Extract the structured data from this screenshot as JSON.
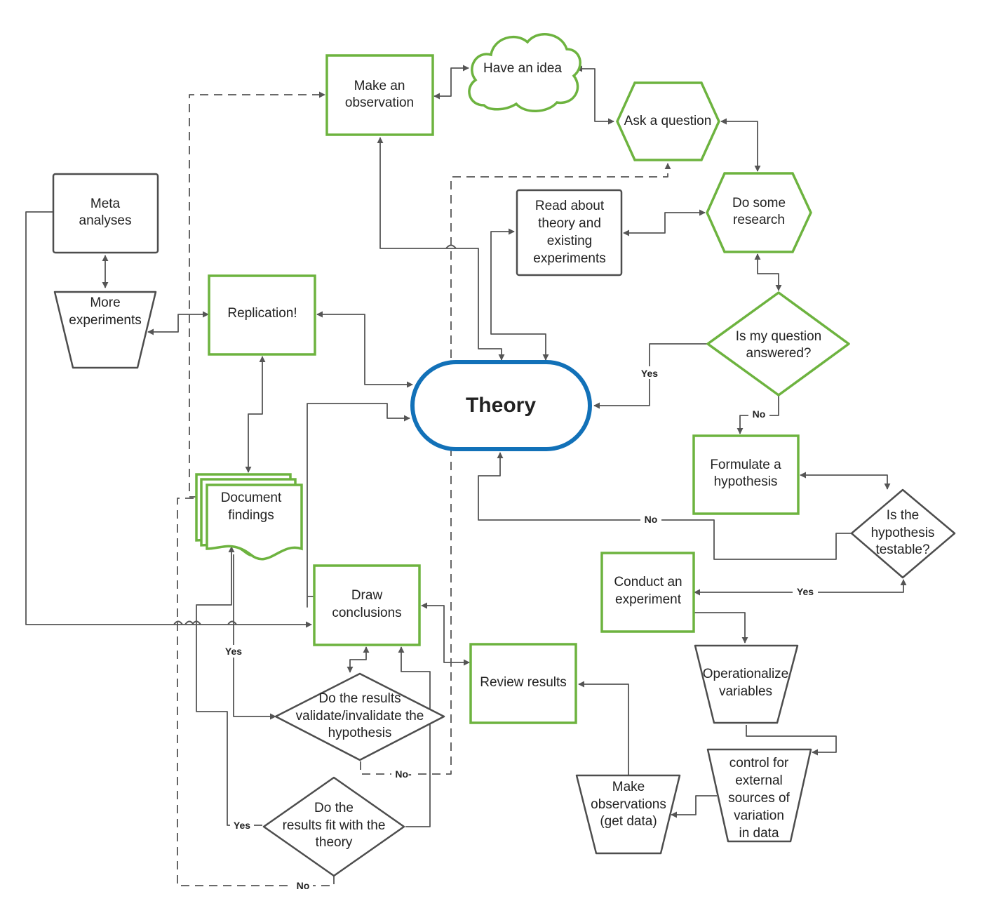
{
  "nodes": {
    "make_observation": {
      "label": [
        "Make an",
        "observation"
      ],
      "shape": "rectangle",
      "style": "green"
    },
    "have_idea": {
      "label": [
        "Have an idea"
      ],
      "shape": "cloud",
      "style": "green"
    },
    "ask_question": {
      "label": [
        "Ask a question"
      ],
      "shape": "hexagon",
      "style": "green"
    },
    "do_research": {
      "label": [
        "Do some",
        "research"
      ],
      "shape": "hexagon",
      "style": "green"
    },
    "read_theory": {
      "label": [
        "Read about",
        "theory and",
        "existing",
        "experiments"
      ],
      "shape": "rectangle",
      "style": "gray"
    },
    "meta_analyses": {
      "label": [
        "Meta",
        "analyses"
      ],
      "shape": "rectangle",
      "style": "gray"
    },
    "more_experiments": {
      "label": [
        "More",
        "experiments"
      ],
      "shape": "trapezoid",
      "style": "gray"
    },
    "replication": {
      "label": [
        "Replication!"
      ],
      "shape": "rectangle",
      "style": "green"
    },
    "question_answered": {
      "label": [
        "Is my question",
        "answered?"
      ],
      "shape": "diamond",
      "style": "green"
    },
    "theory": {
      "label": [
        "Theory"
      ],
      "shape": "terminator",
      "style": "blue"
    },
    "formulate_hypothesis": {
      "label": [
        "Formulate a",
        "hypothesis"
      ],
      "shape": "rectangle",
      "style": "green"
    },
    "hypothesis_testable": {
      "label": [
        "Is the",
        "hypothesis",
        "testable?"
      ],
      "shape": "diamond",
      "style": "gray"
    },
    "document_findings": {
      "label": [
        "Document",
        "findings"
      ],
      "shape": "multi-document",
      "style": "green"
    },
    "conduct_experiment": {
      "label": [
        "Conduct an",
        "experiment"
      ],
      "shape": "rectangle",
      "style": "green"
    },
    "draw_conclusions": {
      "label": [
        "Draw",
        "conclusions"
      ],
      "shape": "rectangle",
      "style": "green"
    },
    "review_results": {
      "label": [
        "Review results"
      ],
      "shape": "rectangle",
      "style": "green"
    },
    "operationalize": {
      "label": [
        "Operationalize",
        "variables"
      ],
      "shape": "trapezoid",
      "style": "gray"
    },
    "validate": {
      "label": [
        "Do the results",
        "validate/invalidate the",
        "hypothesis"
      ],
      "shape": "diamond",
      "style": "gray"
    },
    "control_variation": {
      "label": [
        "control for",
        "external",
        "sources of",
        "variation",
        "in data"
      ],
      "shape": "trapezoid",
      "style": "gray"
    },
    "make_observations": {
      "label": [
        "Make",
        "observations",
        "(get data)"
      ],
      "shape": "trapezoid",
      "style": "gray"
    },
    "fit_theory": {
      "label": [
        "Do the",
        "results fit with the",
        "theory"
      ],
      "shape": "diamond",
      "style": "gray"
    }
  },
  "edge_labels": {
    "question_answered_yes": "Yes",
    "question_answered_no": "No",
    "hypothesis_testable_no": "No",
    "hypothesis_testable_yes": "Yes",
    "document_findings_yes": "Yes",
    "validate_no": "No-",
    "fit_theory_yes": "Yes",
    "fit_theory_no": "No"
  },
  "colors": {
    "green": "#6db33f",
    "blue": "#1271b8",
    "gray": "#4d4d4d",
    "line": "#555555"
  }
}
